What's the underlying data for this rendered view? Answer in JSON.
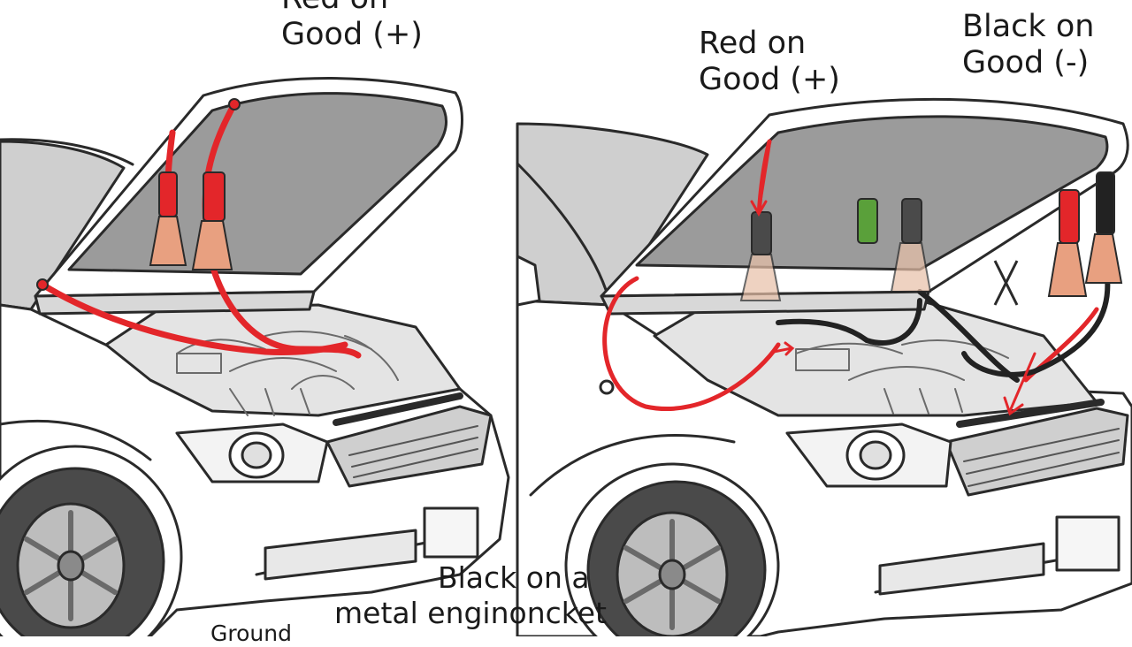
{
  "labels": {
    "left_top": {
      "line1": "Red on",
      "line2": "Good (+)"
    },
    "left_bottom": {
      "line1": "Black on a",
      "line2": "metal enginoncket"
    },
    "left_ground": "Ground",
    "right_red": {
      "line1": "Red on",
      "line2": "Good (+)"
    },
    "right_black": {
      "line1": "Black on",
      "line2": "Good (-)"
    }
  },
  "colors": {
    "cable_red": "#e3262a",
    "cable_black": "#222222",
    "hood_gray": "#9b9b9b",
    "body_white": "#ffffff",
    "line": "#2a2a2a"
  },
  "icons": {
    "left": [
      "car-icon",
      "jumper-clamp-icon",
      "red-cable-icon"
    ],
    "right": [
      "car-icon",
      "jumper-clamp-icon",
      "black-cable-icon",
      "red-arrow-icon"
    ]
  }
}
